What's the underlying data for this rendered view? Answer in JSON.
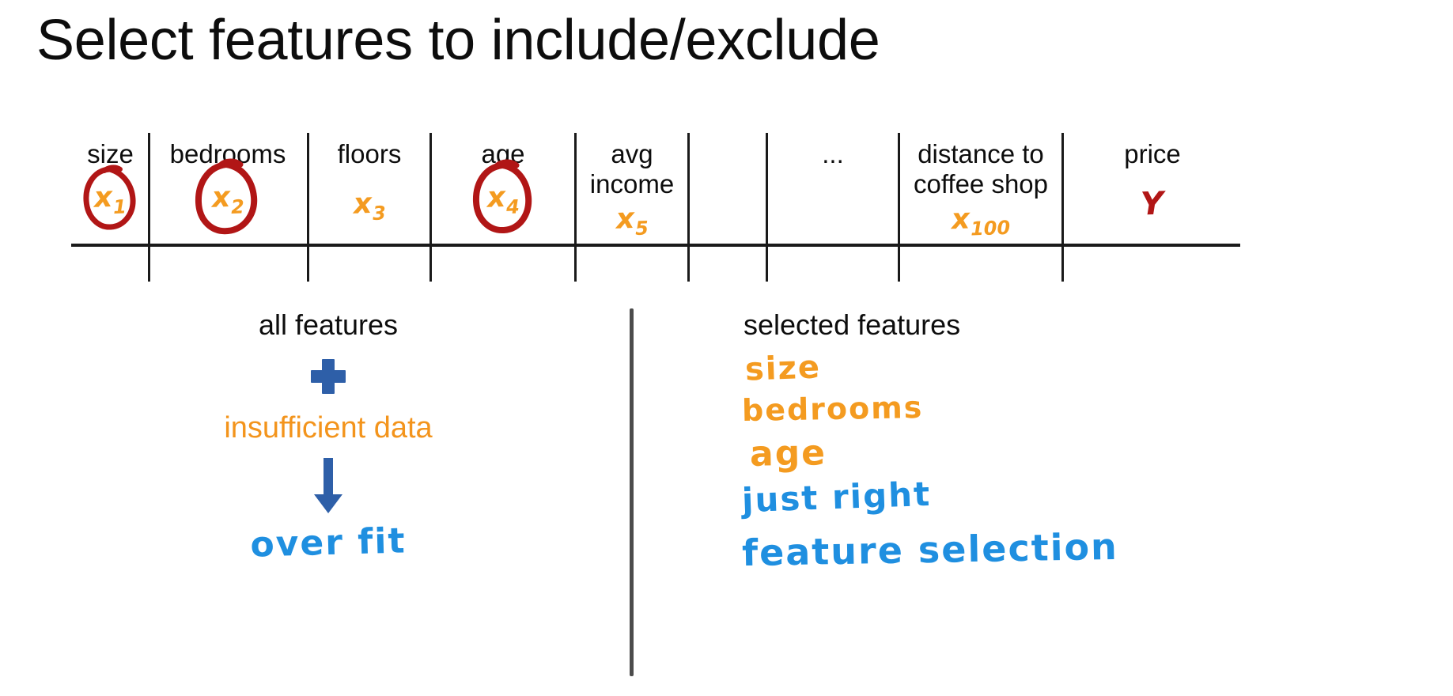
{
  "slide": {
    "title": "Select features to include/exclude",
    "background_color": "#ffffff"
  },
  "colors": {
    "title_text": "#0d0d0d",
    "table_line": "#1a1a1a",
    "feature_variable_orange": "#f49b20",
    "target_variable_red": "#b11616",
    "annotation_circle_red": "#b11616",
    "accent_blue": "#2e5fa8",
    "handwriting_blue": "#1f8fe0",
    "handwriting_orange": "#f49b20",
    "panel_divider_gray": "#4c4c4c"
  },
  "table": {
    "columns": [
      {
        "header": "size",
        "variable": "x",
        "subscript": "1",
        "circled": true,
        "is_target": false
      },
      {
        "header": "bedrooms",
        "variable": "x",
        "subscript": "2",
        "circled": true,
        "is_target": false
      },
      {
        "header": "floors",
        "variable": "x",
        "subscript": "3",
        "circled": false,
        "is_target": false
      },
      {
        "header": "age",
        "variable": "x",
        "subscript": "4",
        "circled": true,
        "is_target": false
      },
      {
        "header": "avg\nincome",
        "variable": "x",
        "subscript": "5",
        "circled": false,
        "is_target": false
      },
      {
        "header": "...",
        "variable": "",
        "subscript": "",
        "circled": false,
        "is_target": false
      },
      {
        "header": "distance to\ncoffee shop",
        "variable": "x",
        "subscript": "100",
        "circled": false,
        "is_target": false
      },
      {
        "header": "price",
        "variable": "Y",
        "subscript": "",
        "circled": false,
        "is_target": true
      }
    ]
  },
  "left_panel": {
    "heading": "all features",
    "plus_symbol": "+",
    "condition": "insufficient data",
    "arrow_symbol": "↓",
    "outcome": "over fit"
  },
  "right_panel": {
    "heading": "selected features",
    "selected": [
      "size",
      "bedrooms",
      "age"
    ],
    "outcome": "just right",
    "technique": "feature selection"
  }
}
